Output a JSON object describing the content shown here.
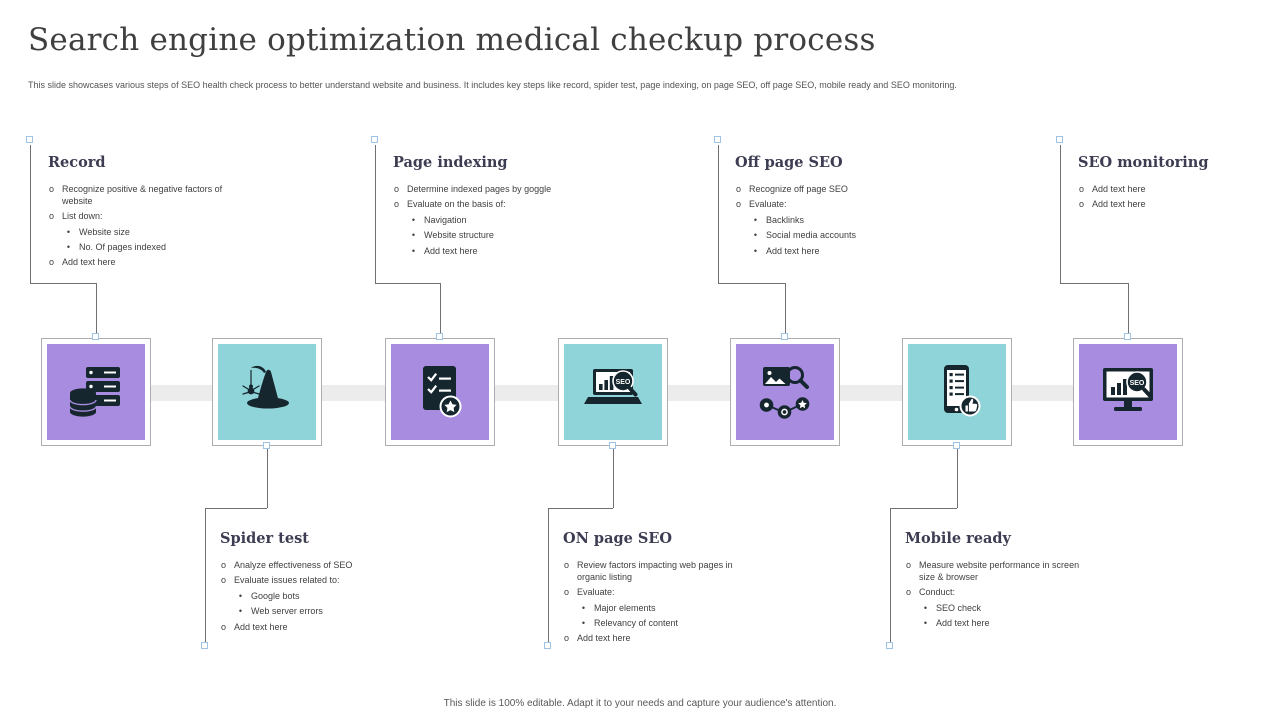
{
  "slide": {
    "title": "Search engine optimization medical checkup process",
    "subtitle": "This slide showcases various steps of SEO health check process to better understand website and business. It includes key steps like record, spider test, page indexing, on page SEO, off page SEO, mobile ready and SEO monitoring.",
    "footer": "This slide is 100% editable. Adapt it to your needs and capture your audience's attention."
  },
  "colors": {
    "purple": "#A78CE0",
    "teal": "#8FD4D8",
    "icon_ink": "#16262E",
    "heading": "#3C3C52",
    "body_text": "#3F3F3F",
    "connector": "#707070",
    "handle_border": "#9DC3E6",
    "timeline_bar": "#ECECEC"
  },
  "icon_badge": "SEO",
  "steps": [
    {
      "label": "Record",
      "icon": "database-servers-icon",
      "color": "#A78CE0",
      "bullets": [
        {
          "marker": "o",
          "text": "Recognize positive & negative factors of website"
        },
        {
          "marker": "o",
          "text": "List down:"
        },
        {
          "marker": "•",
          "text": "Website size"
        },
        {
          "marker": "•",
          "text": "No. Of pages indexed"
        },
        {
          "marker": "o",
          "text": "Add text here"
        }
      ]
    },
    {
      "label": "Spider test",
      "icon": "spider-hat-icon",
      "color": "#8FD4D8",
      "bullets": [
        {
          "marker": "o",
          "text": "Analyze effectiveness of SEO"
        },
        {
          "marker": "o",
          "text": "Evaluate issues related to:"
        },
        {
          "marker": "•",
          "text": "Google bots"
        },
        {
          "marker": "•",
          "text": "Web server errors"
        },
        {
          "marker": "o",
          "text": "Add text here"
        }
      ]
    },
    {
      "label": "Page indexing",
      "icon": "document-checklist-icon",
      "color": "#A78CE0",
      "bullets": [
        {
          "marker": "o",
          "text": "Determine indexed pages by goggle"
        },
        {
          "marker": "o",
          "text": "Evaluate on the basis of:"
        },
        {
          "marker": "•",
          "text": "Navigation"
        },
        {
          "marker": "•",
          "text": "Website structure"
        },
        {
          "marker": "•",
          "text": "Add text here"
        }
      ]
    },
    {
      "label": "ON page SEO",
      "icon": "laptop-seo-search-icon",
      "color": "#8FD4D8",
      "bullets": [
        {
          "marker": "o",
          "text": "Review factors impacting web pages in organic listing"
        },
        {
          "marker": "o",
          "text": "Evaluate:"
        },
        {
          "marker": "•",
          "text": "Major elements"
        },
        {
          "marker": "•",
          "text": "Relevancy of content"
        },
        {
          "marker": "o",
          "text": "Add text here"
        }
      ]
    },
    {
      "label": "Off page SEO",
      "icon": "share-network-search-icon",
      "color": "#A78CE0",
      "bullets": [
        {
          "marker": "o",
          "text": "Recognize off page SEO"
        },
        {
          "marker": "o",
          "text": "Evaluate:"
        },
        {
          "marker": "•",
          "text": "Backlinks"
        },
        {
          "marker": "•",
          "text": "Social media accounts"
        },
        {
          "marker": "•",
          "text": "Add text here"
        }
      ]
    },
    {
      "label": "Mobile ready",
      "icon": "mobile-checklist-icon",
      "color": "#8FD4D8",
      "bullets": [
        {
          "marker": "o",
          "text": "Measure website performance in screen size & browser"
        },
        {
          "marker": "o",
          "text": "Conduct:"
        },
        {
          "marker": "•",
          "text": "SEO check"
        },
        {
          "marker": "•",
          "text": "Add text here"
        }
      ]
    },
    {
      "label": "SEO monitoring",
      "icon": "monitor-seo-search-icon",
      "color": "#A78CE0",
      "bullets": [
        {
          "marker": "o",
          "text": "Add text here"
        },
        {
          "marker": "o",
          "text": "Add text here"
        }
      ]
    }
  ]
}
